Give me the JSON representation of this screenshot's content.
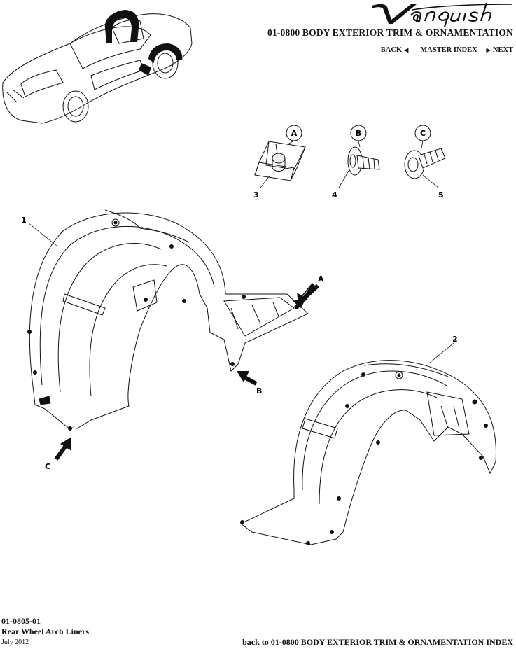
{
  "header": {
    "brand": "Vanquish",
    "section_title": "01-0800 BODY EXTERIOR TRIM & ORNAMENTATION",
    "nav": {
      "back": "BACK",
      "master_index": "MASTER INDEX",
      "next": "NEXT"
    }
  },
  "fasteners": [
    {
      "letter": "A",
      "number": "3"
    },
    {
      "letter": "B",
      "number": "4"
    },
    {
      "letter": "C",
      "number": "5"
    }
  ],
  "parts": {
    "liner_left_number": "1",
    "liner_right_number": "2",
    "arrow_a": "A",
    "arrow_b": "B",
    "arrow_c": "C"
  },
  "footer": {
    "code": "01-0805-01",
    "name": "Rear Wheel Arch Liners",
    "date": "July 2012",
    "back_link": "back to 01-0800 BODY EXTERIOR TRIM & ORNAMENTATION INDEX"
  },
  "colors": {
    "ink": "#111111",
    "highlight": "#000000"
  }
}
